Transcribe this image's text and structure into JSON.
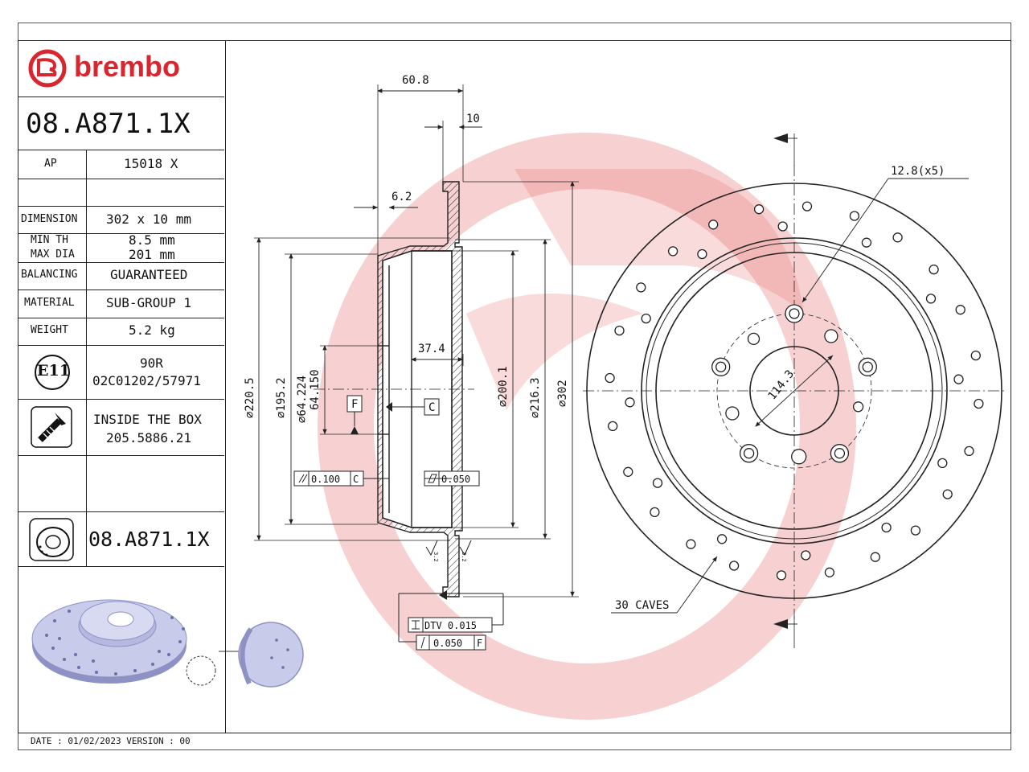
{
  "brand": {
    "name": "brembo",
    "color": "#d7262e"
  },
  "part_number": "08.A871.1X",
  "table": {
    "ap_label": "AP",
    "ap_value": "15018 X",
    "dimension_label": "DIMENSION",
    "dimension_value": "302 x 10 mm",
    "min_th_label": "MIN TH",
    "min_th_value": "8.5 mm",
    "max_dia_label": "MAX DIA",
    "max_dia_value": "201 mm",
    "balancing_label": "BALANCING",
    "balancing_value": "GUARANTEED",
    "material_label": "MATERIAL",
    "material_value": "SUB-GROUP 1",
    "weight_label": "WEIGHT",
    "weight_value": "5.2 kg",
    "e11_label": "E11",
    "homologation_line1": "90R",
    "homologation_line2": "02C01202/57971",
    "inside_box_line1": "INSIDE THE BOX",
    "inside_box_line2": "205.5886.21",
    "part_number_repeat": "08.A871.1X"
  },
  "footer": "DATE : 01/02/2023 VERSION : 00",
  "dims": {
    "d_60_8": "60.8",
    "d_10": "10",
    "d_6_2": "6.2",
    "d_37_4": "37.4",
    "d_220_5": "220.5",
    "d_195_2": "195.2",
    "d_64_224": "64.224",
    "d_64_150": "64.150",
    "d_200_1": "200.1",
    "d_216_3": "216.3",
    "d_302": "302",
    "datum_f": "F",
    "datum_c": "C",
    "tol_parallel": "0.100",
    "tol_parallel_ref": "C",
    "tol_flat": "0.050",
    "dtv_label": "DTV 0.015",
    "runout_value": "0.050",
    "runout_ref": "F",
    "rough1": "3.2",
    "rough2": "3.2",
    "holes_label": "12.8(x5)",
    "pcd_label": "114.3",
    "caves_label": "30 CAVES",
    "diameter_symbol": "⌀"
  },
  "colors": {
    "line": "#222222",
    "watermark": "#e25a5a",
    "disc": "#c9cbea"
  }
}
